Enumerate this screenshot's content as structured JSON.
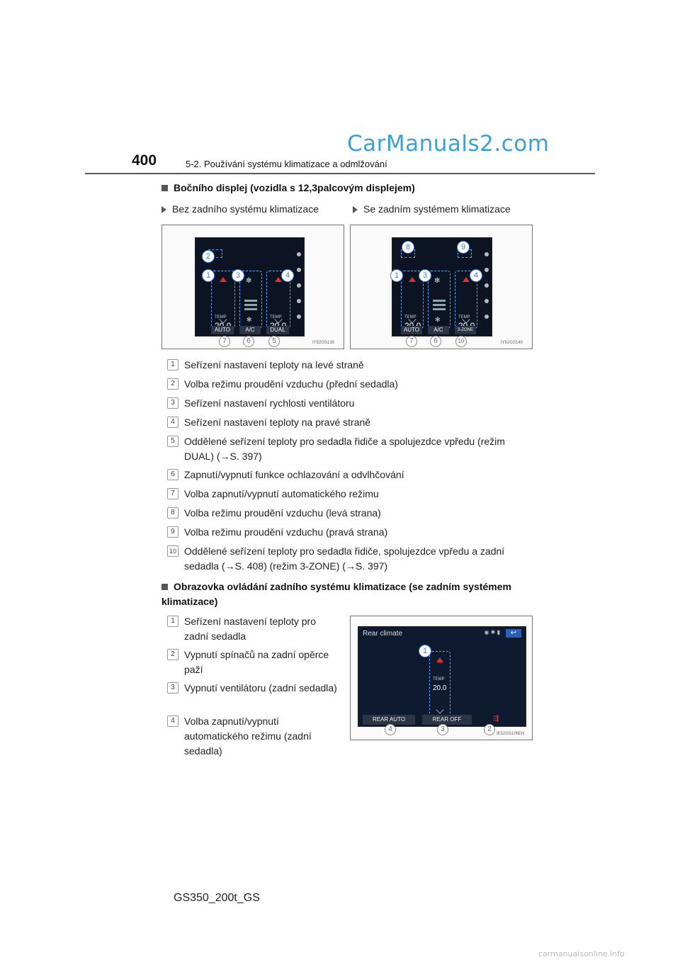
{
  "watermark_top": "CarManuals2.com",
  "header": {
    "page_number": "400",
    "chapter": "5-2. Používání systému klimatizace a odmlžování"
  },
  "section1": {
    "title": "Bočního displej (vozidla s 12,3palcovým displejem)",
    "left_caption": "Bez zadního systému klimatizace",
    "right_caption": "Se zadním systémem klimatizace",
    "left_screen": {
      "temp_label": "TEMP",
      "temp_left": "20.0",
      "temp_right": "20.0",
      "btn1": "AUTO",
      "btn2": "A/C",
      "btn3": "DUAL",
      "code": "IY52GS139",
      "badges": [
        "2",
        "1",
        "3",
        "4",
        "7",
        "6",
        "5"
      ]
    },
    "right_screen": {
      "temp_label": "TEMP",
      "temp_left": "20.0",
      "temp_right": "20.0",
      "btn1": "AUTO",
      "btn2": "A/C",
      "btn3": "3-ZONE",
      "code": "IY52GS140",
      "badges": [
        "8",
        "9",
        "1",
        "3",
        "4",
        "7",
        "6",
        "10"
      ]
    },
    "items": [
      {
        "n": "1",
        "text": "Seřízení nastavení teploty na levé straně"
      },
      {
        "n": "2",
        "text": "Volba režimu proudění vzduchu (přední sedadla)"
      },
      {
        "n": "3",
        "text": "Seřízení nastavení rychlosti ventilátoru"
      },
      {
        "n": "4",
        "text": "Seřízení nastavení teploty na pravé straně"
      },
      {
        "n": "5",
        "text": "Oddělené seřízení teploty pro sedadla řidiče a spolujezdce vpředu (režim DUAL) (→S. 397)"
      },
      {
        "n": "6",
        "text": "Zapnutí/vypnutí funkce ochlazování a odvlhčování"
      },
      {
        "n": "7",
        "text": "Volba zapnutí/vypnutí automatického režimu"
      },
      {
        "n": "8",
        "text": "Volba režimu proudění vzduchu (levá strana)"
      },
      {
        "n": "9",
        "text": "Volba režimu proudění vzduchu (pravá strana)"
      },
      {
        "n": "10",
        "text": "Oddělené seřízení teploty pro sedadla řidiče, spolujezdce vpředu a zadní sedadla (→S. 408) (režim 3-ZONE) (→S. 397)"
      }
    ]
  },
  "section2": {
    "title": "Obrazovka ovládání zadního systému klimatizace (se zadním systémem klimatizace)",
    "screen": {
      "title": "Rear climate",
      "temp_label": "TEMP",
      "temp": "20.0",
      "btn1": "REAR AUTO",
      "btn2": "REAR OFF",
      "code": "IE52GS106EN",
      "badges": [
        "1",
        "4",
        "3",
        "2"
      ]
    },
    "items": [
      {
        "n": "1",
        "text": "Seřízení nastavení teploty pro zadní sedadla"
      },
      {
        "n": "2",
        "text": "Vypnutí spínačů na zadní opěrce paží"
      },
      {
        "n": "3",
        "text": "Vypnutí ventilátoru (zadní sedadla)"
      },
      {
        "n": "4",
        "text": "Volba zapnutí/vypnutí automatického režimu (zadní sedadla)"
      }
    ]
  },
  "footer": "GS350_200t_GS",
  "watermark_bottom": "carmanualsonline.info"
}
